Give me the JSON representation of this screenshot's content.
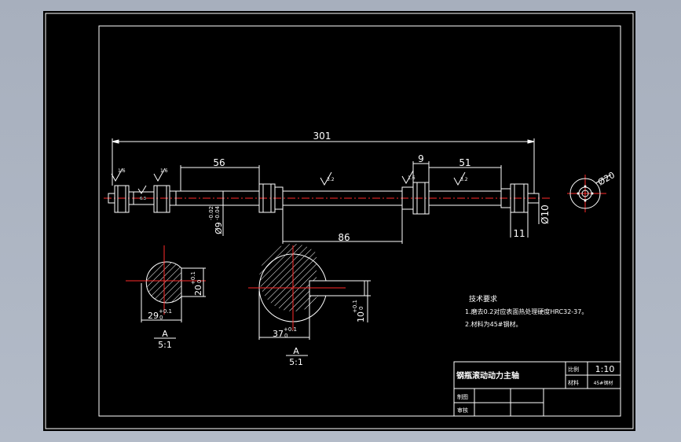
{
  "colors": {
    "background": "#a9b1bf",
    "paper": "#000000",
    "line": "#ffffff",
    "centerline": "#ff2a2a",
    "section": "#ffffff"
  },
  "dimensions": {
    "overall_length": "301",
    "len_56": "56",
    "len_9": "9",
    "len_51": "51",
    "len_86": "86",
    "len_11": "11",
    "dia_10": "Ø10",
    "dia_20": "Ø20",
    "dia_9": "Ø9",
    "tol_9_upper": "-0.02",
    "tol_9_lower": "-0.04"
  },
  "roughness": {
    "r1": "1.6",
    "r2": "1.6",
    "r3": "3.2",
    "r4": "1.6",
    "r5": "3.2",
    "r6": "6.3"
  },
  "section_small": {
    "width": "29",
    "width_tol_upper": "+0.1",
    "width_tol_lower": "0",
    "height": "20",
    "height_tol_upper": "+0.1",
    "height_tol_lower": "0",
    "view_label": "A",
    "scale": "5:1"
  },
  "section_large": {
    "width": "37",
    "width_tol_upper": "+0.1",
    "width_tol_lower": "0",
    "height": "10",
    "height_tol_upper": "+0.1",
    "height_tol_lower": "0",
    "view_label": "A",
    "scale": "5:1"
  },
  "tech_req": {
    "title": "技术要求",
    "line1": "1.磨去0.2对应表面热处理硬度HRC32-37。",
    "line2": "2.材料为45#钢材。"
  },
  "title_block": {
    "part_name": "钢瓶滚动动力主轴",
    "ratio_label": "比例",
    "ratio_value": "1:10",
    "material_label": "材料",
    "material_value": "45#钢材",
    "drawn_label": "制图",
    "checked_label": "审核"
  }
}
